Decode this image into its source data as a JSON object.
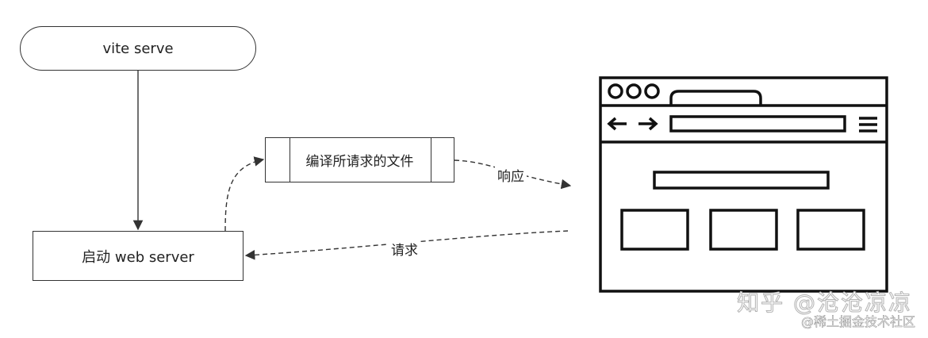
{
  "nodes": {
    "vite_serve": "vite serve",
    "web_server": "启动 web server",
    "compile": "编译所请求的文件"
  },
  "edges": {
    "response": "响应",
    "request": "请求"
  },
  "watermark": {
    "line1": "知乎 @沧沧凉凉",
    "line2": "@稀土掘金技术社区"
  }
}
